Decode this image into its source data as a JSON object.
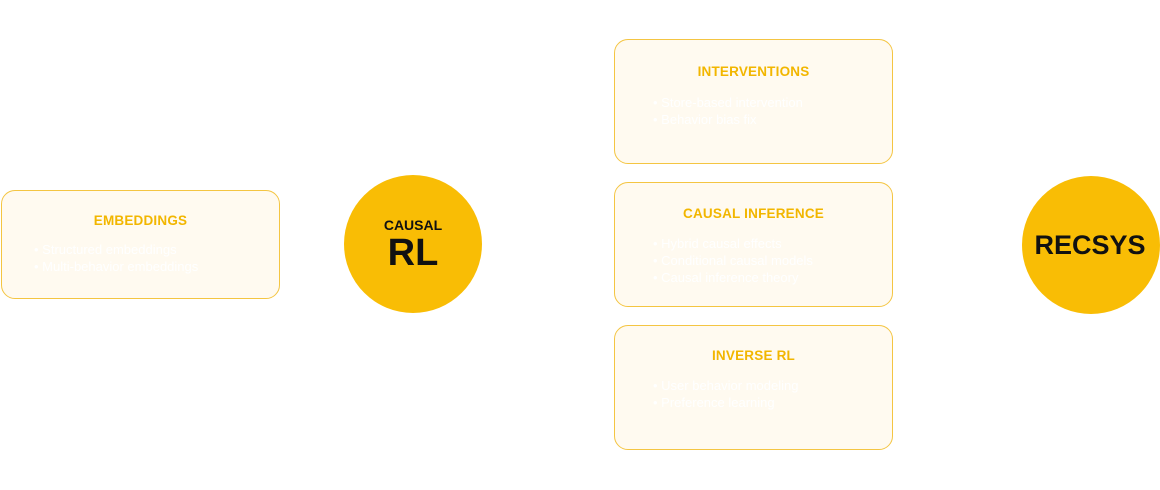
{
  "embeddings": {
    "title": "EMBEDDINGS",
    "items": [
      "• Structured embeddings",
      "• Multi-behavior embeddings"
    ]
  },
  "causal_rl": {
    "small": "CAUSAL",
    "big": "RL"
  },
  "interventions": {
    "title": "INTERVENTIONS",
    "items": [
      "• Store-based intervention",
      "• Behavior bias fix"
    ]
  },
  "causal_inference": {
    "title": "CAUSAL INFERENCE",
    "items": [
      "• Hybrid causal effects",
      "• Conditional causal models",
      "• Causal inference theory"
    ]
  },
  "inverse_rl": {
    "title": "INVERSE RL",
    "items": [
      "• User behavior modeling",
      "• Preference learning"
    ]
  },
  "recsys": {
    "label": "RECSYS"
  },
  "colors": {
    "accent": "#f9bd05",
    "title": "#f2b600",
    "card_border": "#f4c542",
    "card_fill": "#fffaf0"
  }
}
